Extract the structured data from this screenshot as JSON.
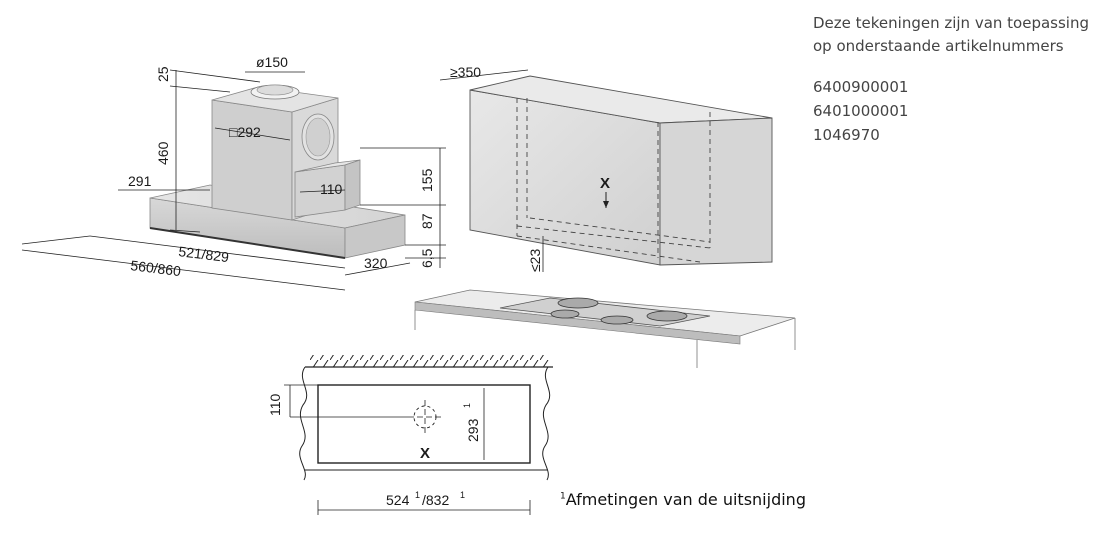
{
  "notes": {
    "line1": "Deze tekeningen zijn van toepassing",
    "line2": "op onderstaande artikelnummers",
    "articles": [
      "6400900001",
      "6401000001",
      "1046970"
    ]
  },
  "hood_dims": {
    "d150": "ø150",
    "d25": "25",
    "d460": "460",
    "d292": "□292",
    "d291": "291",
    "d110": "110",
    "d155": "155",
    "d87": "87",
    "d65": "6,5",
    "d521": "521/829",
    "d560": "560/860",
    "d320": "320"
  },
  "cabinet_dims": {
    "d350": "≥350",
    "dx": "X",
    "d23": "≤23"
  },
  "cutout_dims": {
    "d110": "110",
    "d293": "293",
    "d293sup": "1",
    "dx": "X",
    "d524": "524",
    "d524sup": "1",
    "d832": "/832",
    "d832sup": "1"
  },
  "footnote": {
    "sup": "1",
    "text": "Afmetingen van de uitsnijding"
  }
}
